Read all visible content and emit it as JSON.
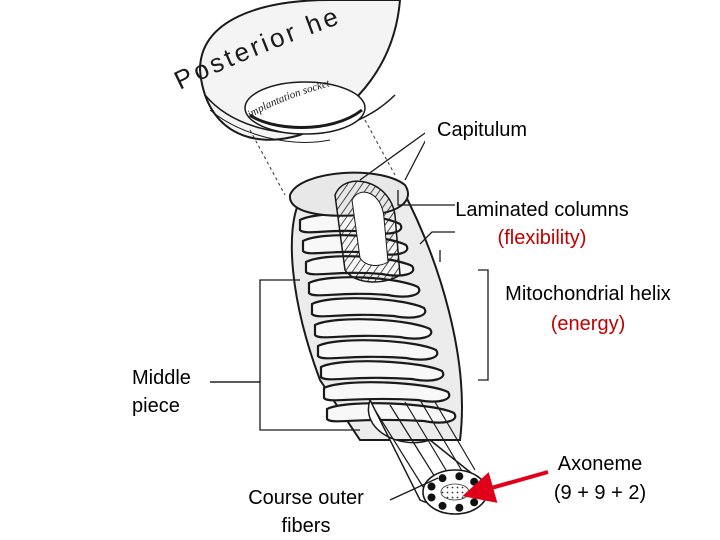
{
  "figure": {
    "head_word_1": "Posterior",
    "head_word_2": "head",
    "socket_text": "implantation socket"
  },
  "labels": {
    "capitulum": "Capitulum",
    "laminated_title": "Laminated columns",
    "laminated_note": "(flexibility)",
    "mito_title": "Mitochondrial helix",
    "mito_note": "(energy)",
    "middle_line1": "Middle",
    "middle_line2": "piece",
    "outer_line1": "Course outer",
    "outer_line2": "fibers",
    "axoneme_line1": "Axoneme",
    "axoneme_line2": "(9 + 9 + 2)"
  },
  "colors": {
    "note_red": "#c00000",
    "arrow_red": "#e0001a",
    "ink": "#1a1a1a",
    "paper": "#ffffff"
  }
}
